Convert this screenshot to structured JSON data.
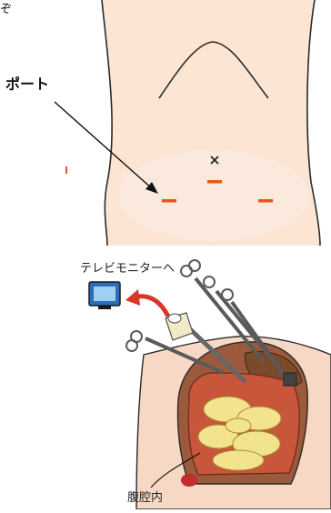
{
  "labels": {
    "port": "ポート",
    "tv_monitor": "テレビモニターへ",
    "intra_abdomen": "腹腔内"
  },
  "colors": {
    "skin": "#fde5d3",
    "skin_outline": "#2a2a2a",
    "port_marks": "#e8541e",
    "monitor": "#2a6db8",
    "arrow": "#d9362b",
    "intestine": "#f3e38e",
    "colon": "#c7563a",
    "liver": "#7a4a2a",
    "body_section": "#f6d8c4"
  },
  "icons": {
    "navel": "cross-mark",
    "monitor": "tv-monitor-icon"
  }
}
